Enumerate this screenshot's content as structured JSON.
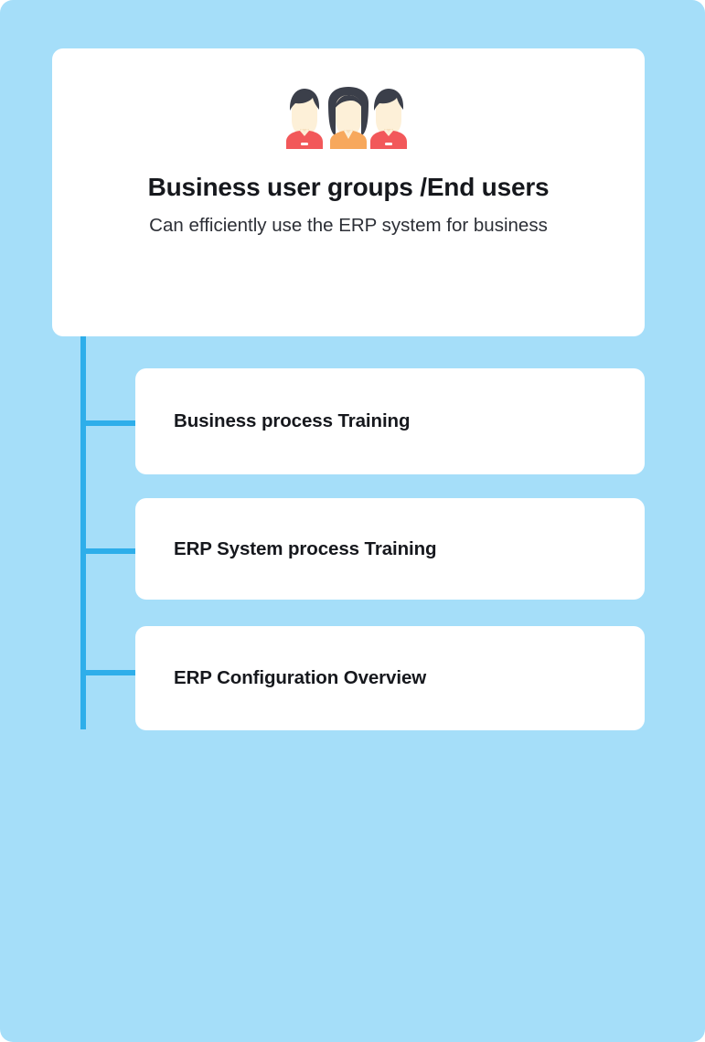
{
  "theme": {
    "background": "#a5def9",
    "card_background": "#ffffff",
    "connector_color": "#2eaeea",
    "title_color": "#16181d",
    "body_color": "#2c2f36"
  },
  "hero": {
    "icon": "three-people-avatars-icon",
    "title": "Business user groups /End users",
    "subtitle": "Can efficiently use the ERP system for business"
  },
  "avatars": [
    {
      "name": "avatar-person-left",
      "hair": "#3b3f4a",
      "skin": "#fdf0d8",
      "shirt": "#f2585a"
    },
    {
      "name": "avatar-person-center",
      "hair": "#3b3f4a",
      "skin": "#fdf0d8",
      "shirt": "#f7a85c"
    },
    {
      "name": "avatar-person-right",
      "hair": "#3b3f4a",
      "skin": "#fdf0d8",
      "shirt": "#f2585a"
    }
  ],
  "items": [
    {
      "label": "Business process Training"
    },
    {
      "label": "ERP System process Training"
    },
    {
      "label": "ERP Configuration Overview"
    }
  ]
}
